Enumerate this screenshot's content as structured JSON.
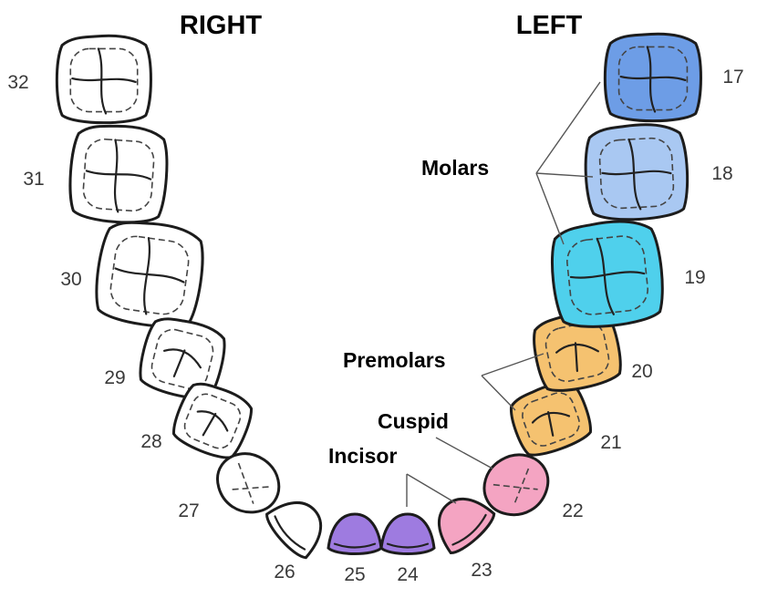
{
  "headings": {
    "right": "RIGHT",
    "left": "LEFT"
  },
  "group_labels": {
    "molars": "Molars",
    "premolars": "Premolars",
    "cuspid": "Cuspid",
    "incisor": "Incisor"
  },
  "teeth": [
    {
      "number": "32",
      "type": "molar",
      "color": "#ffffff"
    },
    {
      "number": "31",
      "type": "molar",
      "color": "#ffffff"
    },
    {
      "number": "30",
      "type": "molar",
      "color": "#ffffff"
    },
    {
      "number": "29",
      "type": "premolar",
      "color": "#ffffff"
    },
    {
      "number": "28",
      "type": "premolar",
      "color": "#ffffff"
    },
    {
      "number": "27",
      "type": "cuspid",
      "color": "#ffffff"
    },
    {
      "number": "26",
      "type": "incisor",
      "color": "#ffffff"
    },
    {
      "number": "25",
      "type": "incisor",
      "color": "#9e7be0"
    },
    {
      "number": "24",
      "type": "incisor",
      "color": "#9e7be0"
    },
    {
      "number": "23",
      "type": "incisor",
      "color": "#f4a4c2"
    },
    {
      "number": "22",
      "type": "cuspid",
      "color": "#f4a4c2"
    },
    {
      "number": "21",
      "type": "premolar",
      "color": "#f5c270"
    },
    {
      "number": "20",
      "type": "premolar",
      "color": "#f5c270"
    },
    {
      "number": "19",
      "type": "molar",
      "color": "#4fd0ec"
    },
    {
      "number": "18",
      "type": "molar",
      "color": "#a9c8f2"
    },
    {
      "number": "17",
      "type": "molar",
      "color": "#6d9de6"
    }
  ]
}
